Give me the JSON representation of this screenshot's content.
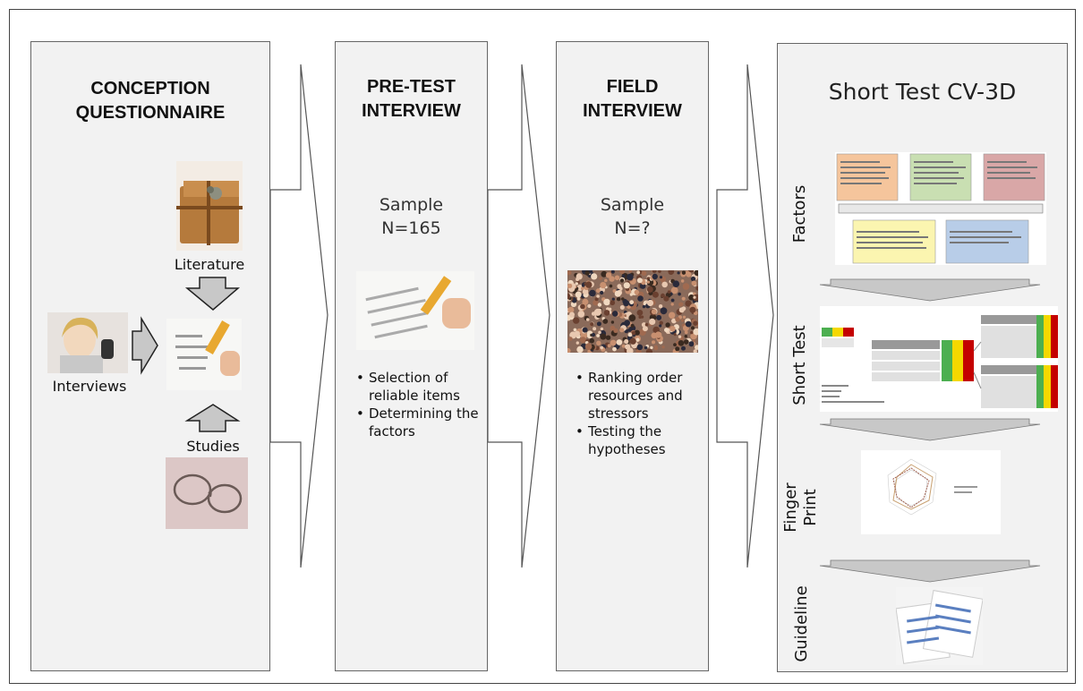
{
  "panels": {
    "conception": {
      "title_line1": "CONCEPTION",
      "title_line2": "QUESTIONNAIRE",
      "label_literature": "Literature",
      "label_interviews": "Interviews",
      "label_studies": "Studies"
    },
    "pretest": {
      "title_line1": "PRE-TEST",
      "title_line2": "INTERVIEW",
      "sample_line1": "Sample",
      "sample_line2": "N=165",
      "bullets": [
        "Selection of reliable items",
        "Determining the factors"
      ]
    },
    "field": {
      "title_line1": "FIELD",
      "title_line2": "INTERVIEW",
      "sample_line1": "Sample",
      "sample_line2": "N=?",
      "bullets": [
        "Ranking order resources and stressors",
        "Testing the hypotheses"
      ]
    },
    "shorttest": {
      "title": "Short Test CV-3D",
      "side_factors": "Factors",
      "side_shorttest": "Short Test",
      "side_fingerprint_line1": "Finger",
      "side_fingerprint_line2": "Print",
      "side_guideline": "Guideline"
    }
  },
  "colors": {
    "panel_bg": "#f2f2f2",
    "arrow_fill": "#ffffff",
    "block_arrow": "#c8c8c8"
  }
}
